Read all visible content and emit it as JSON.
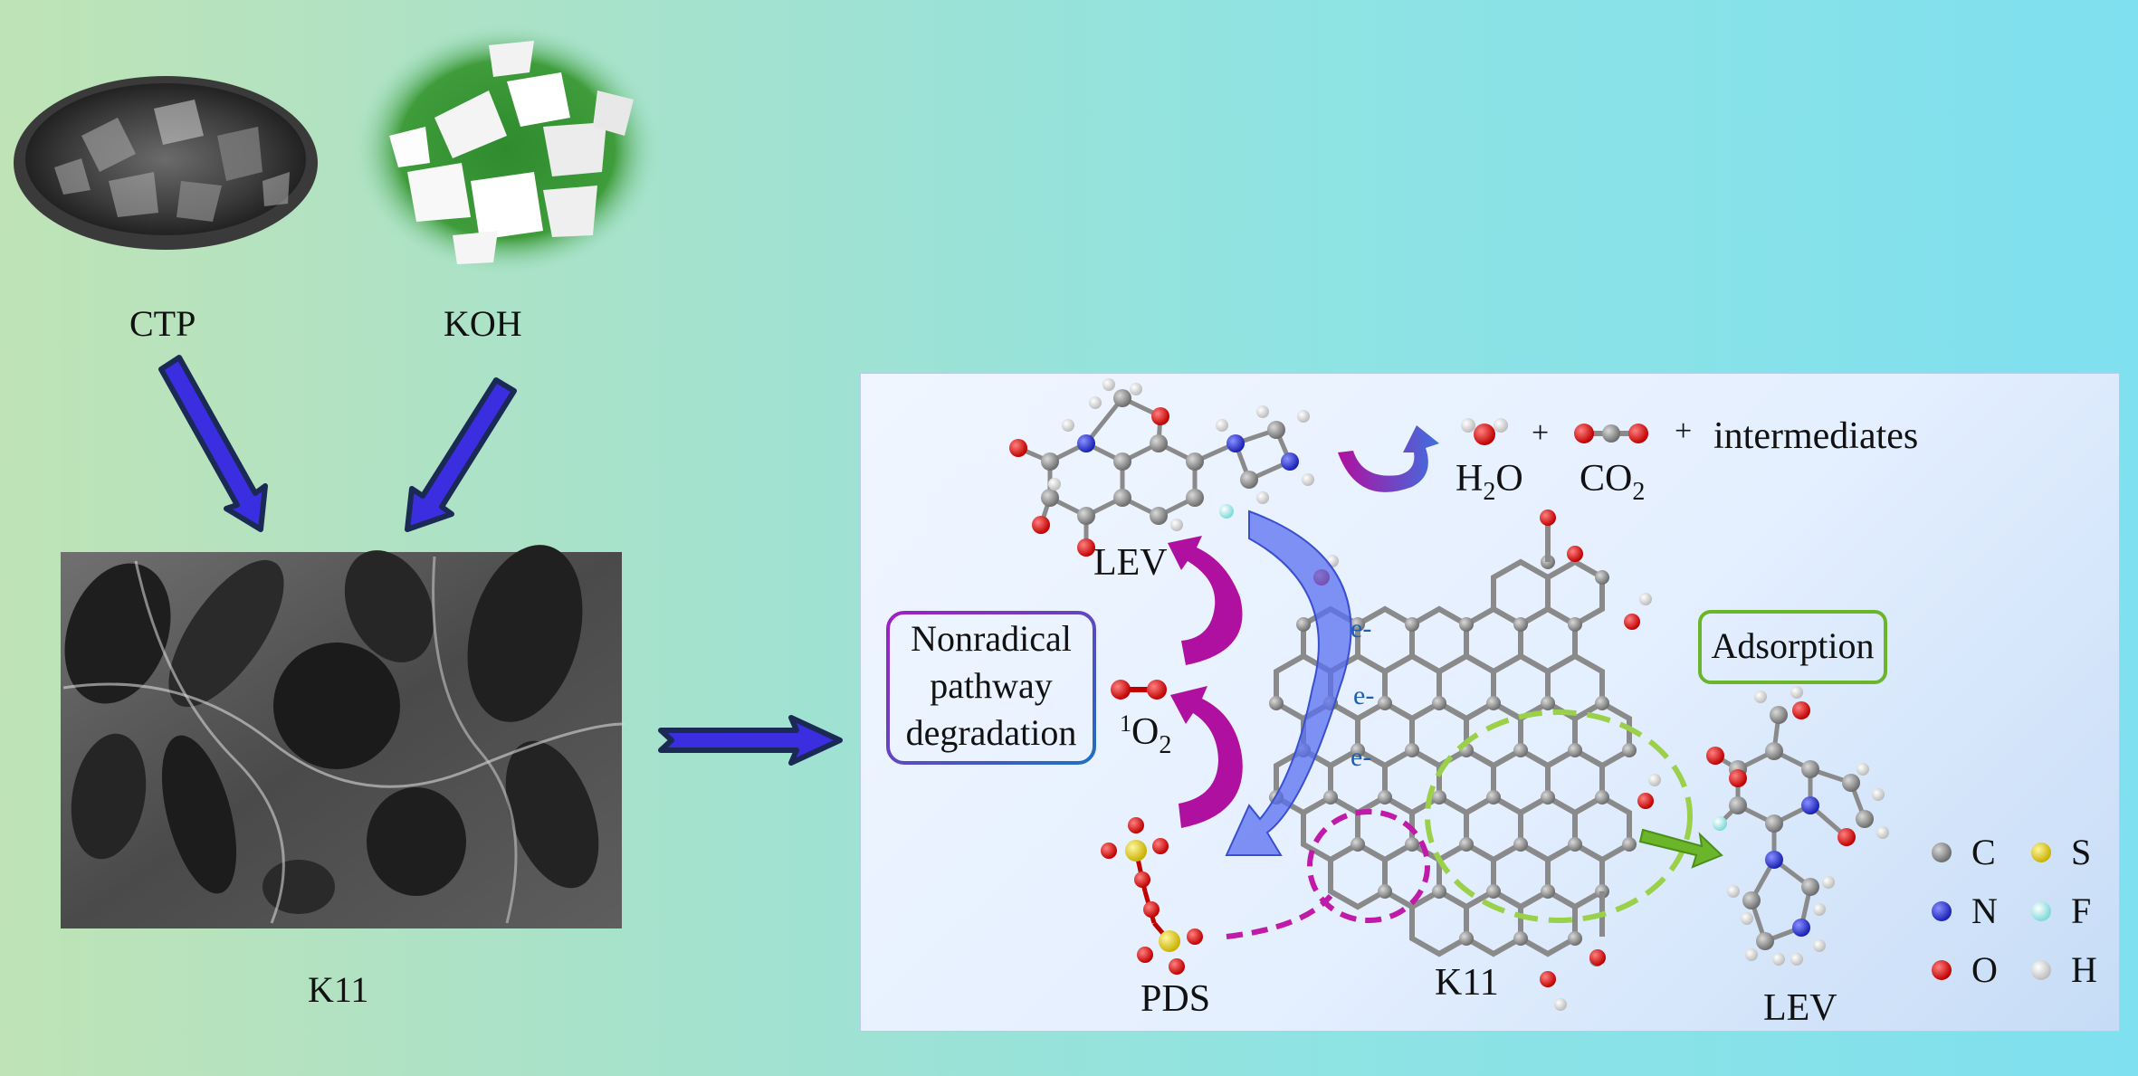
{
  "colors": {
    "arrow_fill": "#3a2ee0",
    "arrow_edge": "#1a2a55",
    "carbon": "#8a8a8a",
    "oxygen": "#dd1c1c",
    "nitrogen": "#1d27c9",
    "sulfur": "#e6d21a",
    "fluorine": "#a8f0f0",
    "hydrogen": "#f2f2f2",
    "nonradical_box": "#9b30c8",
    "adsorption_box": "#6bb52a",
    "electron_arrow": "#5a6ff0",
    "magenta_arrow": "#b0109f",
    "dashed_magenta": "#c01aa8",
    "dashed_green": "#9ad04a"
  },
  "left": {
    "ctp_label": "CTP",
    "koh_label": "KOH",
    "k11_label": "K11"
  },
  "panel": {
    "h2o": {
      "main": "H",
      "sub": "2",
      "end": "O"
    },
    "plus1": "+",
    "co2": {
      "main": "CO",
      "sub": "2"
    },
    "plus2": "+",
    "intermediates": "intermediates",
    "lev_top": "LEV",
    "nonradical_box": [
      "Nonradical",
      "pathway",
      "degradation"
    ],
    "singlet_oxygen": {
      "sup": "1",
      "main": "O",
      "sub": "2"
    },
    "electrons": [
      "e-",
      "e-",
      "e-"
    ],
    "pds_label": "PDS",
    "k11_label": "K11",
    "adsorption_box": "Adsorption",
    "lev_right": "LEV",
    "legend": [
      {
        "symbol": "C",
        "color_key": "carbon"
      },
      {
        "symbol": "S",
        "color_key": "sulfur"
      },
      {
        "symbol": "N",
        "color_key": "nitrogen"
      },
      {
        "symbol": "F",
        "color_key": "fluorine"
      },
      {
        "symbol": "O",
        "color_key": "oxygen"
      },
      {
        "symbol": "H",
        "color_key": "hydrogen"
      }
    ]
  }
}
